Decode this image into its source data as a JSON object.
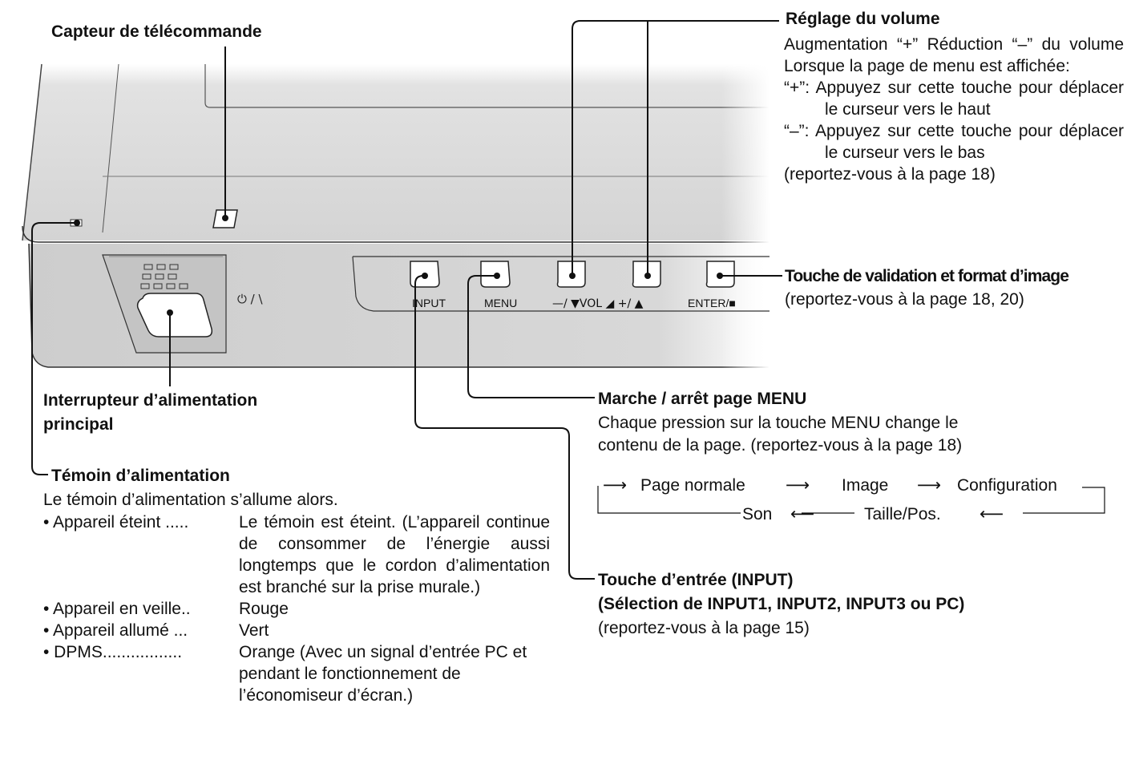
{
  "labels": {
    "remote_sensor": "Capteur de télécommande",
    "main_power_1": "Interrupteur d’alimentation",
    "main_power_2": "principal",
    "power_led_title": "Témoin d’alimentation",
    "power_led_intro": "Le témoin d’alimentation s’allume alors.",
    "volume_title": "Réglage du volume",
    "volume_desc": "Augmentation “+” Réduction “–” du volume Lorsque la page de menu est affichée:",
    "volume_plus_key": "“+”:",
    "volume_plus_desc": "Appuyez sur cette touche pour déplacer le curseur vers le haut",
    "volume_minus_key": "“–”:",
    "volume_minus_desc": "Appuyez sur cette touche pour déplacer le curseur vers le bas",
    "volume_ref": "(reportez-vous à la page 18)",
    "enter_title": "Touche de validation et format d’image",
    "enter_ref": "(reportez-vous à la page 18, 20)",
    "menu_title": "Marche / arrêt page MENU",
    "menu_desc_1": "Chaque pression sur la touche MENU change le",
    "menu_desc_2": "contenu de la page. (reportez-vous à la page 18)",
    "input_title_1": "Touche d’entrée (INPUT)",
    "input_title_2": "(Sélection de INPUT1, INPUT2, INPUT3 ou PC)",
    "input_ref": "(reportez-vous à la page 15)"
  },
  "menu_cycle": {
    "arrow_right": "⟶",
    "arrow_left": "⟵",
    "page_normale": "Page normale",
    "image": "Image",
    "configuration": "Configuration",
    "taille_pos": "Taille/Pos.",
    "son": "Son"
  },
  "power_states": [
    {
      "key": "• Appareil éteint",
      "dots": " .....",
      "value": "Le témoin est éteint. (L’appareil continue de consommer de l’énergie aussi longtemps que le cordon d’alimentation est branché sur la prise murale.)"
    },
    {
      "key": "• Appareil en veille",
      "dots": "..",
      "value": "Rouge"
    },
    {
      "key": "• Appareil allumé",
      "dots": " ...",
      "value": "Vert"
    },
    {
      "key": "• DPMS",
      "dots": ".................",
      "value": "Orange (Avec un signal d’entrée PC et pendant le fonctionnement de l’économiseur d’écran.)"
    }
  ],
  "device_labels": {
    "input": "INPUT",
    "menu": "MENU",
    "vol": "—/ ▼VOL ◢ +/ ▲",
    "enter": "ENTER/■",
    "power_symbol": "⏻ / \\"
  },
  "colors": {
    "panel": "#d9d9d9",
    "panel_front": "#cfcfcf",
    "line": "#111111"
  }
}
